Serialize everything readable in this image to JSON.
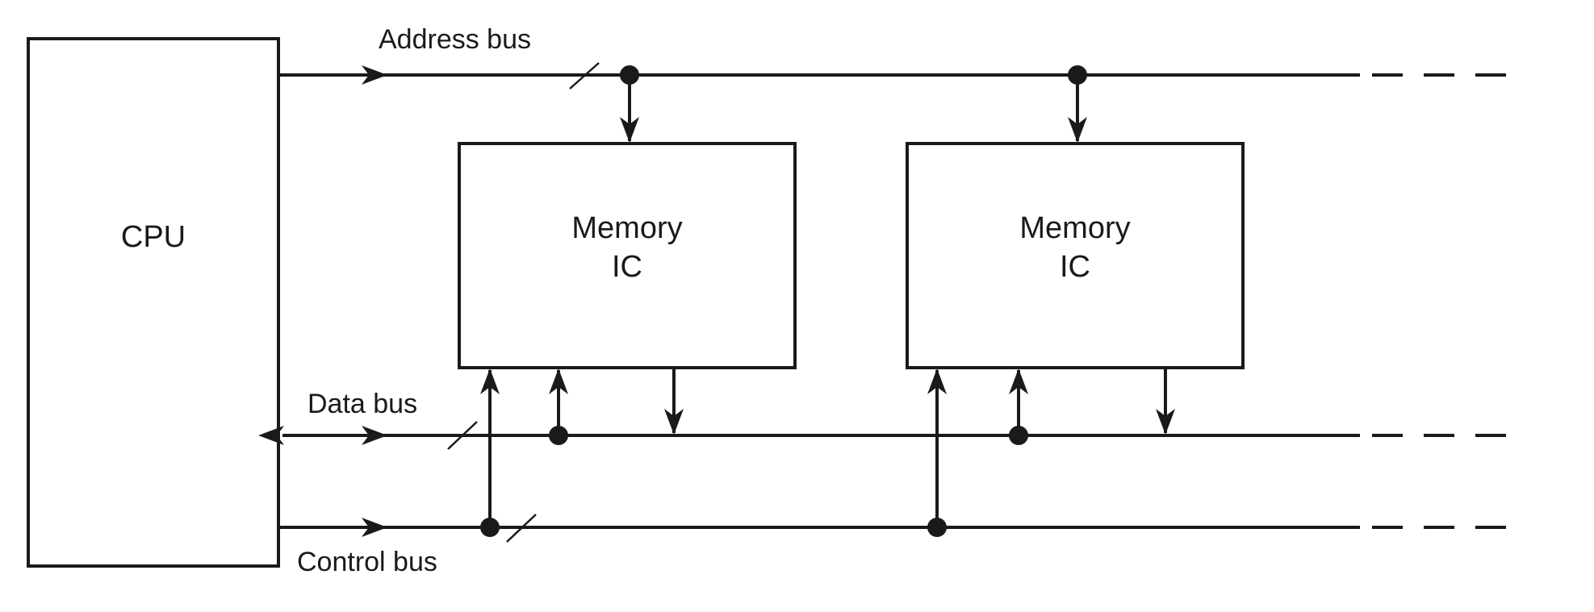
{
  "cpu": {
    "label": "CPU"
  },
  "buses": {
    "address": {
      "label": "Address bus"
    },
    "data": {
      "label": "Data bus"
    },
    "control": {
      "label": "Control bus"
    }
  },
  "memory_ics": [
    {
      "line1": "Memory",
      "line2": "IC"
    },
    {
      "line1": "Memory",
      "line2": "IC"
    }
  ],
  "colors": {
    "stroke": "#1a1a1a",
    "background": "#ffffff"
  }
}
